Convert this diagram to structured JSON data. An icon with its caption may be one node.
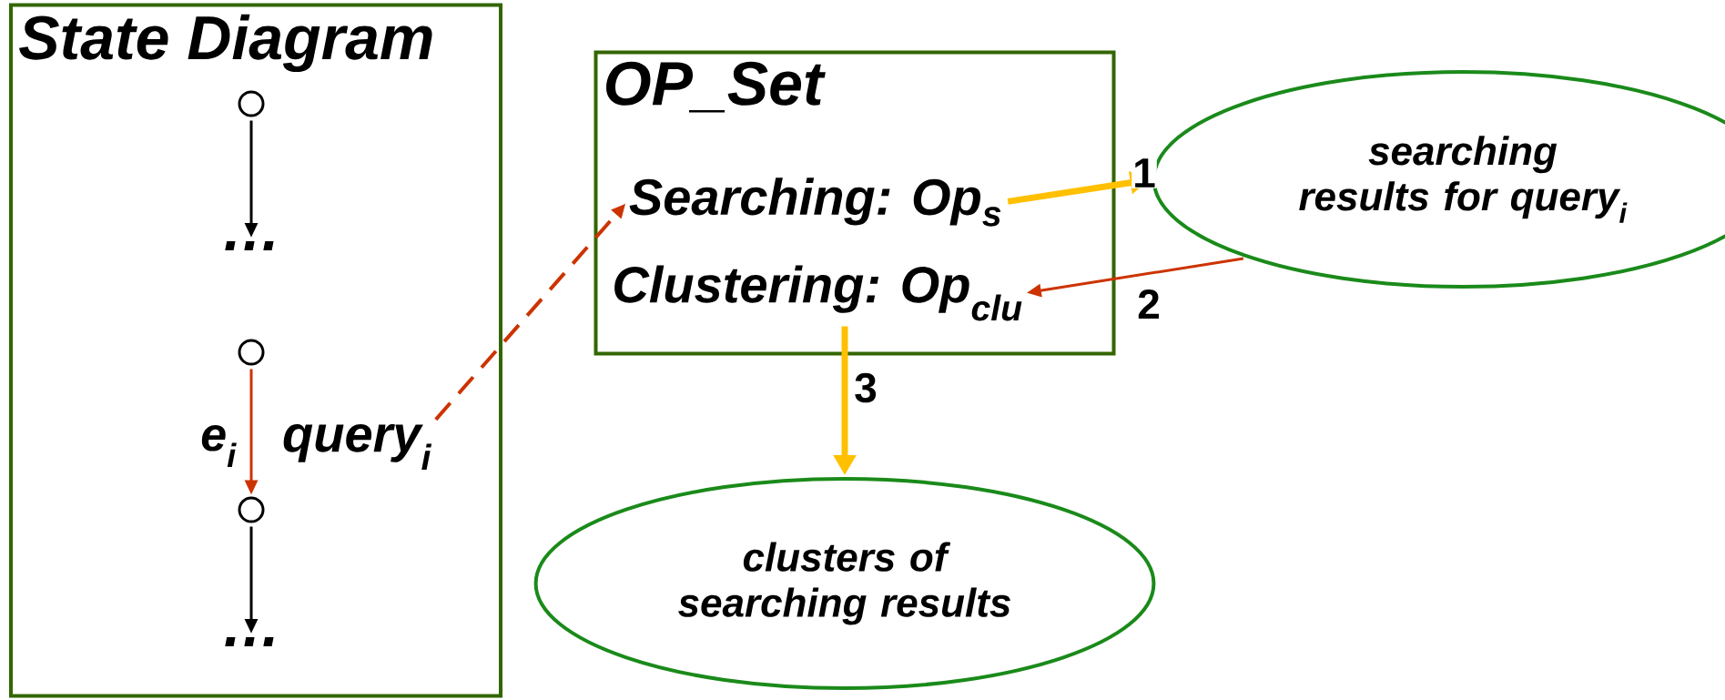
{
  "diagram": {
    "nodes": [
      {
        "text": [
          "State Diagram"
        ]
      },
      {
        "text": [],
        "shape": "circle",
        "in": 0
      },
      {
        "text": [
          "…"
        ],
        "in": 0
      },
      {
        "text": [],
        "shape": "circle",
        "in": 0
      },
      {
        "text": [],
        "shape": "circle",
        "in": 0
      },
      {
        "text": [
          "…"
        ],
        "in": 0
      },
      {
        "text": [
          "query$_{i}$"
        ],
        "in": 0
      },
      {
        "text": [
          "OP_Set"
        ]
      },
      {
        "text": [
          "Searching: Op$_{s}$"
        ],
        "in": 7
      },
      {
        "text": [
          "Clustering: Op$_{clu}$"
        ],
        "in": 7
      },
      {
        "text": [
          "searching results for query$_{i}$"
        ]
      },
      {
        "text": [
          "clusters of searching results"
        ]
      }
    ],
    "edges": [
      {
        "from": 1,
        "to": 2,
        "arrow": "to",
        "color": "#000000"
      },
      {
        "from": 3,
        "to": 4,
        "arrow": "to",
        "label": "e$_{i}$",
        "color": "#cc3300"
      },
      {
        "from": 4,
        "to": 5,
        "arrow": "to",
        "color": "#000000"
      },
      {
        "from": 6,
        "to": 8,
        "arrow": "to",
        "style": "dashed",
        "color": "#cc3300"
      },
      {
        "from": 8,
        "to": 10,
        "arrow": "to",
        "label": "1",
        "style": "thick",
        "color": "#ffc000"
      },
      {
        "from": 10,
        "to": 9,
        "arrow": "to",
        "label": "2",
        "color": "#cc3300"
      },
      {
        "from": 9,
        "to": 11,
        "arrow": "to",
        "label": "3",
        "style": "thick",
        "color": "#ffc000"
      }
    ]
  }
}
